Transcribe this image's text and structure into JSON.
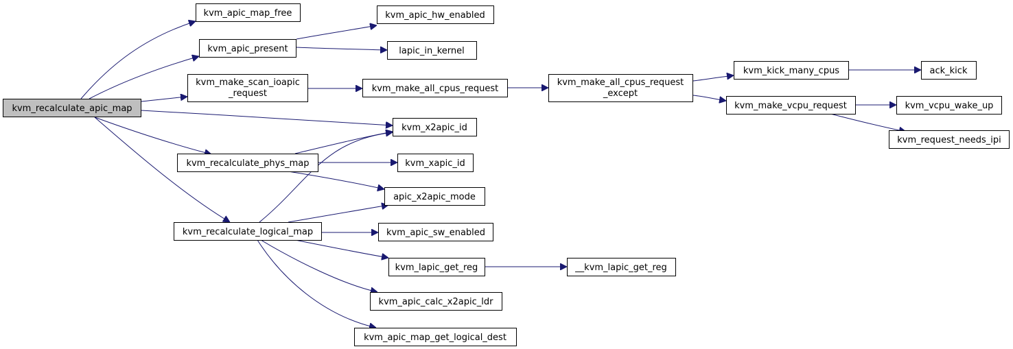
{
  "colors": {
    "edge": "#191970",
    "root_fill": "#bfbfbf",
    "node_fill": "#ffffff",
    "border": "#000000"
  },
  "nodes": {
    "root": [
      "kvm_recalculate_apic_map"
    ],
    "map_free": [
      "kvm_apic_map_free"
    ],
    "present": [
      "kvm_apic_present"
    ],
    "scan_ioapic": [
      "kvm_make_scan_ioapic",
      "_request"
    ],
    "phys_map": [
      "kvm_recalculate_phys_map"
    ],
    "logical_map": [
      "kvm_recalculate_logical_map"
    ],
    "hw_enabled": [
      "kvm_apic_hw_enabled"
    ],
    "lapic_in_kernel": [
      "lapic_in_kernel"
    ],
    "all_cpus_req": [
      "kvm_make_all_cpus_request"
    ],
    "x2apic_id": [
      "kvm_x2apic_id"
    ],
    "xapic_id": [
      "kvm_xapic_id"
    ],
    "x2apic_mode": [
      "apic_x2apic_mode"
    ],
    "sw_enabled": [
      "kvm_apic_sw_enabled"
    ],
    "lapic_get_reg": [
      "kvm_lapic_get_reg"
    ],
    "calc_x2apic_ldr": [
      "kvm_apic_calc_x2apic_ldr"
    ],
    "get_logical_dest": [
      "kvm_apic_map_get_logical_dest"
    ],
    "all_cpus_except": [
      "kvm_make_all_cpus_request",
      "_except"
    ],
    "internal_get_reg": [
      "__kvm_lapic_get_reg"
    ],
    "kick_many": [
      "kvm_kick_many_cpus"
    ],
    "vcpu_request": [
      "kvm_make_vcpu_request"
    ],
    "ack_kick": [
      "ack_kick"
    ],
    "wake_up": [
      "kvm_vcpu_wake_up"
    ],
    "needs_ipi": [
      "kvm_request_needs_ipi"
    ]
  }
}
